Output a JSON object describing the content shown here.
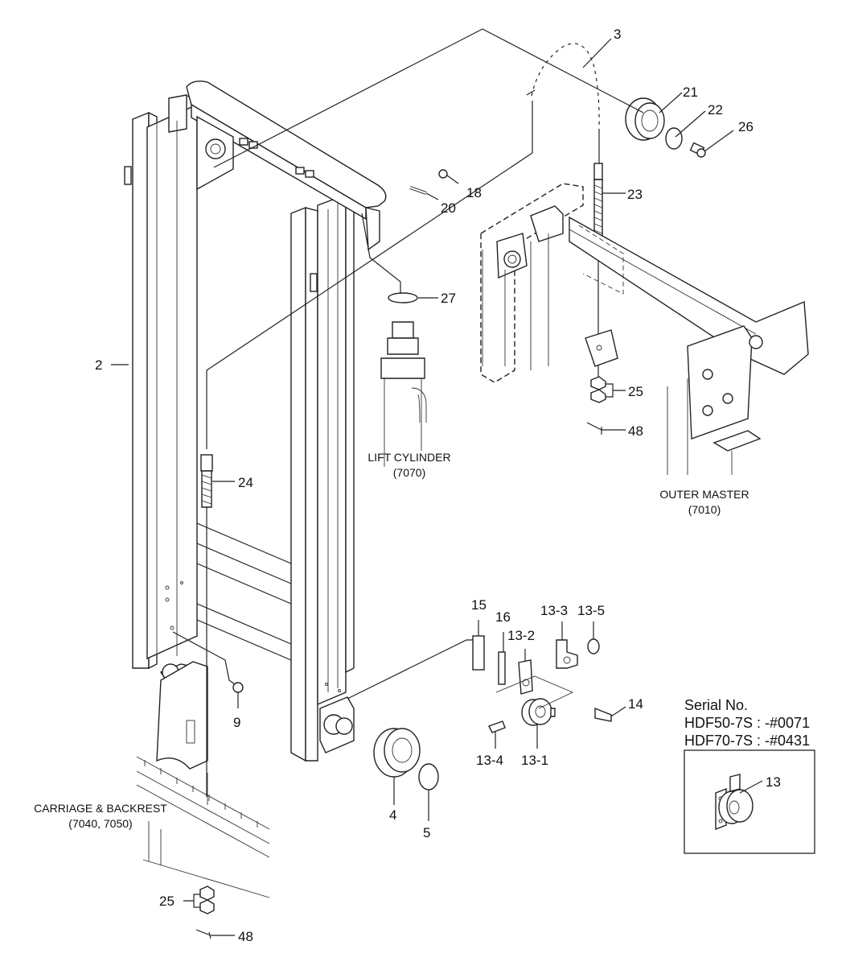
{
  "callouts": {
    "p2": "2",
    "p3": "3",
    "p4": "4",
    "p5": "5",
    "p9": "9",
    "p13_1": "13-1",
    "p13_2": "13-2",
    "p13_3": "13-3",
    "p13_4": "13-4",
    "p13_5": "13-5",
    "p14": "14",
    "p15": "15",
    "p16": "16",
    "p18": "18",
    "p20": "20",
    "p21": "21",
    "p22": "22",
    "p23": "23",
    "p24": "24",
    "p25_a": "25",
    "p25_b": "25",
    "p26": "26",
    "p27": "27",
    "p48_a": "48",
    "p48_b": "48",
    "p13": "13"
  },
  "references": {
    "lift_cylinder": {
      "name": "LIFT CYLINDER",
      "code": "(7070)"
    },
    "outer_master": {
      "name": "OUTER MASTER",
      "code": "(7010)"
    },
    "carriage": {
      "name": "CARRIAGE & BACKREST",
      "code": "(7040, 7050)"
    }
  },
  "serial_box": {
    "title": "Serial No.",
    "line1": "HDF50-7S : -#0071",
    "line2": "HDF70-7S : -#0431",
    "part": "13"
  }
}
